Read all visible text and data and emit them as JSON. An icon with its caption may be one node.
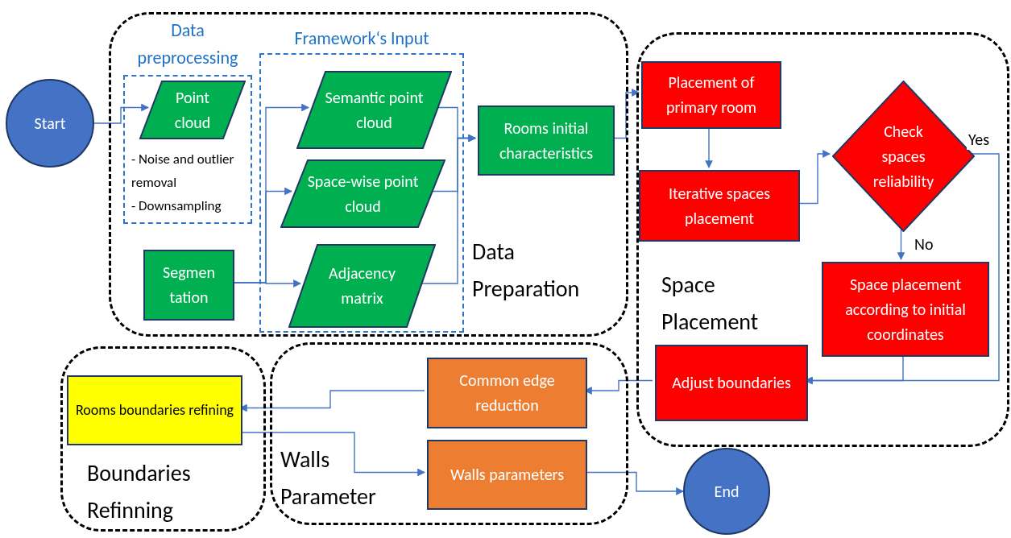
{
  "diagram": {
    "nodes": [
      {
        "text": [
          "Start"
        ]
      },
      {
        "text": [
          "Data Preparation"
        ]
      },
      {
        "text": [
          "Data preprocessing",
          "- Noise and outlier removal",
          "- Downsampling"
        ],
        "in": 1
      },
      {
        "text": [
          "Point cloud"
        ],
        "in": 2
      },
      {
        "text": [
          "Framework‘s Input"
        ],
        "in": 1
      },
      {
        "text": [
          "Semantic point cloud"
        ],
        "in": 4
      },
      {
        "text": [
          "Space-wise point cloud"
        ],
        "in": 4
      },
      {
        "text": [
          "Adjacency matrix"
        ],
        "in": 4
      },
      {
        "text": [
          "Segmen tation"
        ],
        "in": 1
      },
      {
        "text": [
          "Rooms initial characteristics"
        ],
        "in": 1
      },
      {
        "text": [
          "Space Placement"
        ]
      },
      {
        "text": [
          "Placement of primary room"
        ],
        "in": 10
      },
      {
        "text": [
          "Iterative spaces placement"
        ],
        "in": 10
      },
      {
        "text": [
          "Check spaces reliability"
        ],
        "in": 10
      },
      {
        "text": [
          "Space placement according to initial coordinates"
        ],
        "in": 10
      },
      {
        "text": [
          "Adjust boundaries"
        ],
        "in": 10
      },
      {
        "text": [
          "Walls Parameter"
        ]
      },
      {
        "text": [
          "Common edge reduction"
        ],
        "in": 16
      },
      {
        "text": [
          "Walls parameters"
        ],
        "in": 16
      },
      {
        "text": [
          "Boundaries Refinning"
        ]
      },
      {
        "text": [
          "Rooms boundaries refining"
        ],
        "in": 19
      },
      {
        "text": [
          "End"
        ]
      }
    ],
    "edges": [
      {
        "from": 0,
        "to": 3,
        "arrow": "to"
      },
      {
        "from": 8,
        "to": 5,
        "arrow": "to"
      },
      {
        "from": 8,
        "to": 6,
        "arrow": "to"
      },
      {
        "from": 8,
        "to": 7,
        "arrow": "to"
      },
      {
        "from": 5,
        "to": 9,
        "arrow": "to"
      },
      {
        "from": 6,
        "to": 9,
        "arrow": "to"
      },
      {
        "from": 7,
        "to": 9,
        "arrow": "to"
      },
      {
        "from": 9,
        "to": 11,
        "arrow": "to"
      },
      {
        "from": 11,
        "to": 12,
        "arrow": "to"
      },
      {
        "from": 12,
        "to": 13,
        "arrow": "to"
      },
      {
        "from": 13,
        "to": 15,
        "arrow": "to",
        "label": "Yes"
      },
      {
        "from": 13,
        "to": 14,
        "arrow": "to",
        "label": "No"
      },
      {
        "from": 14,
        "to": 15,
        "arrow": "to"
      },
      {
        "from": 15,
        "to": 17,
        "arrow": "to"
      },
      {
        "from": 17,
        "to": 20,
        "arrow": "to"
      },
      {
        "from": 20,
        "to": 18,
        "arrow": "to"
      },
      {
        "from": 18,
        "to": 21,
        "arrow": "to"
      }
    ]
  }
}
